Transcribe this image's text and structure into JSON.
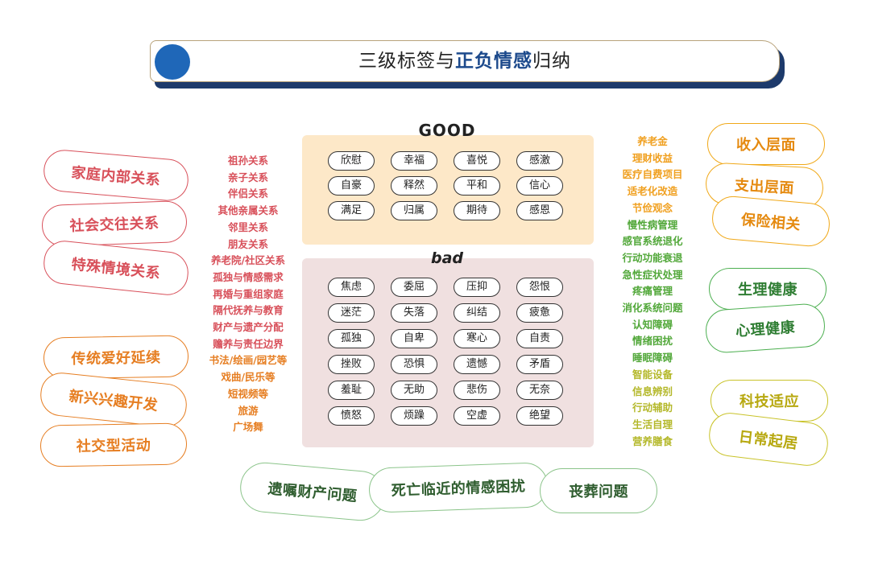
{
  "title": {
    "prefix": "三级标签与",
    "highlight": "正负情感",
    "suffix": "归纳"
  },
  "left_categories": [
    "家庭内部关系",
    "社会交往关系",
    "特殊情境关系",
    "传统爱好延续",
    "新兴兴趣开发",
    "社交型活动"
  ],
  "left_tags_red": [
    "祖孙关系",
    "亲子关系",
    "伴侣关系",
    "其他亲属关系",
    "邻里关系",
    "朋友关系",
    "养老院/社区关系",
    "孤独与情感需求",
    "再婚与重组家庭",
    "隔代抚养与教育",
    "财产与遗产分配",
    "赡养与责任边界"
  ],
  "left_tags_orange": [
    "书法/绘画/园艺等",
    "戏曲/民乐等",
    "短视频等",
    "旅游",
    "广场舞"
  ],
  "good": {
    "label": "GOOD",
    "emotions": [
      "欣慰",
      "幸福",
      "喜悦",
      "感激",
      "自豪",
      "释然",
      "平和",
      "信心",
      "满足",
      "归属",
      "期待",
      "感恩"
    ]
  },
  "bad": {
    "label": "bad",
    "emotions": [
      "焦虑",
      "委屈",
      "压抑",
      "怨恨",
      "迷茫",
      "失落",
      "纠结",
      "疲惫",
      "孤独",
      "自卑",
      "寒心",
      "自责",
      "挫败",
      "恐惧",
      "遗憾",
      "矛盾",
      "羞耻",
      "无助",
      "悲伤",
      "无奈",
      "愤怒",
      "烦躁",
      "空虚",
      "绝望"
    ]
  },
  "right_tags_yellow_orange": [
    "养老金",
    "理财收益",
    "医疗自费项目",
    "适老化改造",
    "节俭观念"
  ],
  "right_tags_green": [
    "慢性病管理",
    "感官系统退化",
    "行动功能衰退",
    "急性症状处理",
    "疼痛管理",
    "消化系统问题",
    "认知障碍",
    "情绪困扰",
    "睡眠障碍"
  ],
  "right_tags_lime": [
    "智能设备",
    "信息辨别",
    "行动辅助",
    "生活自理",
    "营养膳食"
  ],
  "right_categories": [
    "收入层面",
    "支出层面",
    "保险相关",
    "生理健康",
    "心理健康",
    "科技适应",
    "日常起居"
  ],
  "bottom_categories": [
    "遗嘱财产问题",
    "死亡临近的情感困扰",
    "丧葬问题"
  ],
  "colors": {
    "title_dot": "#1f67b8",
    "title_shadow": "#1d3a6b",
    "good_panel": "#fde8c8",
    "bad_panel": "#f0e0e0",
    "red": "#d8505a",
    "orange": "#e67e22",
    "green": "#4caf50",
    "lime": "#b4b82a"
  }
}
